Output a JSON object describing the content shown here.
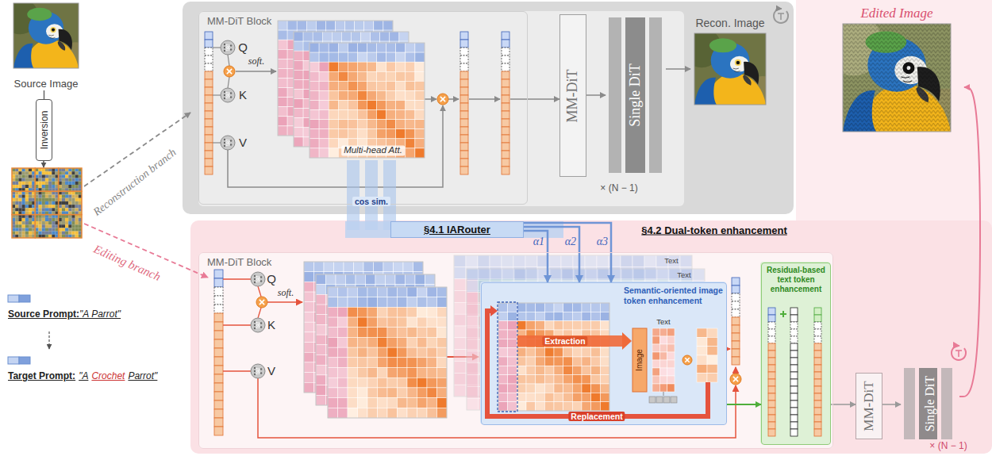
{
  "diagram": {
    "nodes": [
      {
        "text": [
          "Source Image"
        ]
      },
      {
        "text": [
          "Inversion"
        ]
      },
      {
        "text": [
          "MM-DiT Block"
        ]
      },
      {
        "text": [
          "MM-DiT"
        ]
      },
      {
        "text": [
          "Single DiT"
        ]
      },
      {
        "text": [
          "Recon. Image"
        ]
      },
      {
        "text": [
          "§4.1 IARouter"
        ]
      },
      {
        "text": [
          "Edited Image"
        ]
      },
      {
        "text": [
          "MM-DiT Block"
        ]
      },
      {
        "text": [
          "Semantic-oriented image token enhancement"
        ],
        "in": 8
      },
      {
        "text": [
          "Residual-based text token enhancement"
        ],
        "in": 8
      },
      {
        "text": [
          "MM-DiT"
        ]
      },
      {
        "text": [
          "Single DiT"
        ]
      }
    ],
    "edges": [
      {
        "from": 0,
        "to": 1,
        "arrow": "none"
      },
      {
        "from": 2,
        "to": 3,
        "arrow": "to"
      },
      {
        "from": 3,
        "to": 4,
        "arrow": "to"
      },
      {
        "from": 4,
        "to": 5,
        "arrow": "to"
      },
      {
        "from": 6,
        "to": 9,
        "arrow": "to",
        "label": "α3"
      },
      {
        "from": 6,
        "to": 9,
        "arrow": "to",
        "label": "α2"
      },
      {
        "from": 6,
        "to": 9,
        "arrow": "to",
        "label": "α1"
      },
      {
        "from": 9,
        "to": 10,
        "arrow": "to"
      },
      {
        "from": 10,
        "to": 11,
        "arrow": "to"
      },
      {
        "from": 11,
        "to": 12,
        "arrow": "to"
      },
      {
        "from": 12,
        "to": 7,
        "arrow": "to"
      }
    ],
    "labels": [
      "Reconstruction branch",
      "Editing branch",
      "Source Prompt:",
      "\"A Parrot\"",
      "Target Prompt:",
      "\"A",
      "Crochet",
      "Parrot\"",
      "Q",
      "K",
      "V",
      "soft.",
      "Multi-head Att.",
      "× (N − 1)",
      "cos sim.",
      "Q",
      "K",
      "V",
      "soft.",
      "§4.2 Dual-token enhancement",
      "Text",
      "Text",
      "Text",
      "Image",
      "Extraction",
      "Replacement",
      "× (N − 1)"
    ]
  }
}
